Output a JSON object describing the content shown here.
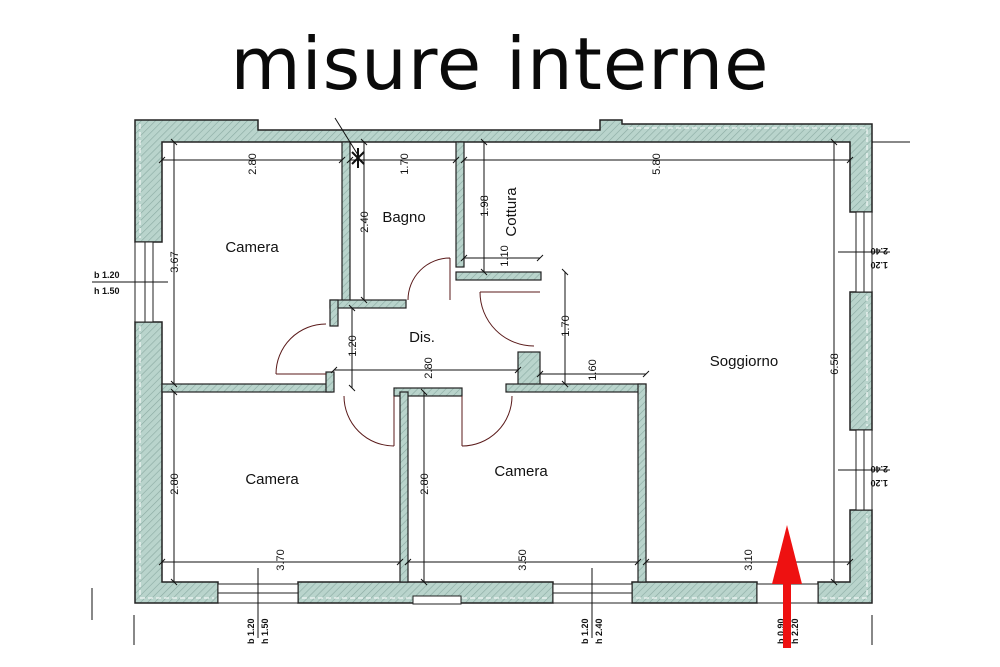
{
  "title": "misure interne",
  "rooms": {
    "camera_top_left": "Camera",
    "bagno": "Bagno",
    "cottura": "Cottura",
    "disimpegno": "Dis.",
    "soggiorno": "Soggiorno",
    "camera_bottom_left": "Camera",
    "camera_bottom_middle": "Camera"
  },
  "dimensions": {
    "camera_top_left_width": "2.80",
    "camera_top_left_height": "3.67",
    "bagno_width": "1.70",
    "bagno_height": "2.40",
    "cottura_height": "1.98",
    "cottura_small": "1.10",
    "soggiorno_width": "5.80",
    "soggiorno_height": "6.58",
    "dis_height": "1.20",
    "dis_width": "2.80",
    "soggiorno_notch_height": "1.70",
    "soggiorno_notch_width": "1.60",
    "camera_bottom_left_height": "2.80",
    "camera_bottom_left_width": "3.70",
    "camera_bottom_middle_height": "2.80",
    "camera_bottom_middle_width": "3.50",
    "soggiorno_bottom_width": "3.10"
  },
  "windows": {
    "left": {
      "b": "b 1.20",
      "h": "h 1.50"
    },
    "bottom_left": {
      "b": "b 1.20",
      "h": "h 1.50"
    },
    "bottom_middle": {
      "b": "b 1.20",
      "h": "h 2.40"
    },
    "entrance": {
      "b": "b 0.90",
      "h": "h 2.20"
    },
    "right_top": {
      "b": "1.20",
      "h": "2.40"
    },
    "right_bottom": {
      "b": "1.20",
      "h": "2.40"
    }
  },
  "colors": {
    "wall_fill": "#b9d4cc",
    "wall_stroke": "#222222",
    "door_leaf": "#7a2a2a",
    "entrance_arrow": "#ee1111"
  }
}
